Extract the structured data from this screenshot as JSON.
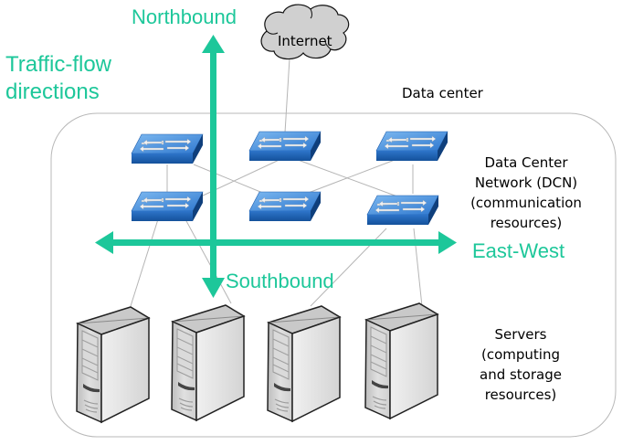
{
  "title_label": [
    "Traffic-flow",
    "directions"
  ],
  "directions": {
    "north": "Northbound",
    "south": "Southbound",
    "east_west": "East-West"
  },
  "internet_label": "Internet",
  "data_center_label": "Data center",
  "dcn_label": [
    "Data Center",
    "Network (DCN)",
    "(communication",
    "resources)"
  ],
  "servers_label": [
    "Servers",
    "(computing",
    "and storage",
    "resources)"
  ],
  "colors": {
    "arrow": "#1dc79a",
    "switch_top": "#4a90d9",
    "switch_side": "#1f5fae",
    "server": "#d8d8d8",
    "links": "#b5b5b5"
  },
  "nodes": {
    "switches": [
      "switch-top-left",
      "switch-top-center",
      "switch-top-right",
      "switch-bottom-left",
      "switch-bottom-center",
      "switch-bottom-right"
    ],
    "servers": [
      "server-1",
      "server-2",
      "server-3",
      "server-4"
    ]
  }
}
